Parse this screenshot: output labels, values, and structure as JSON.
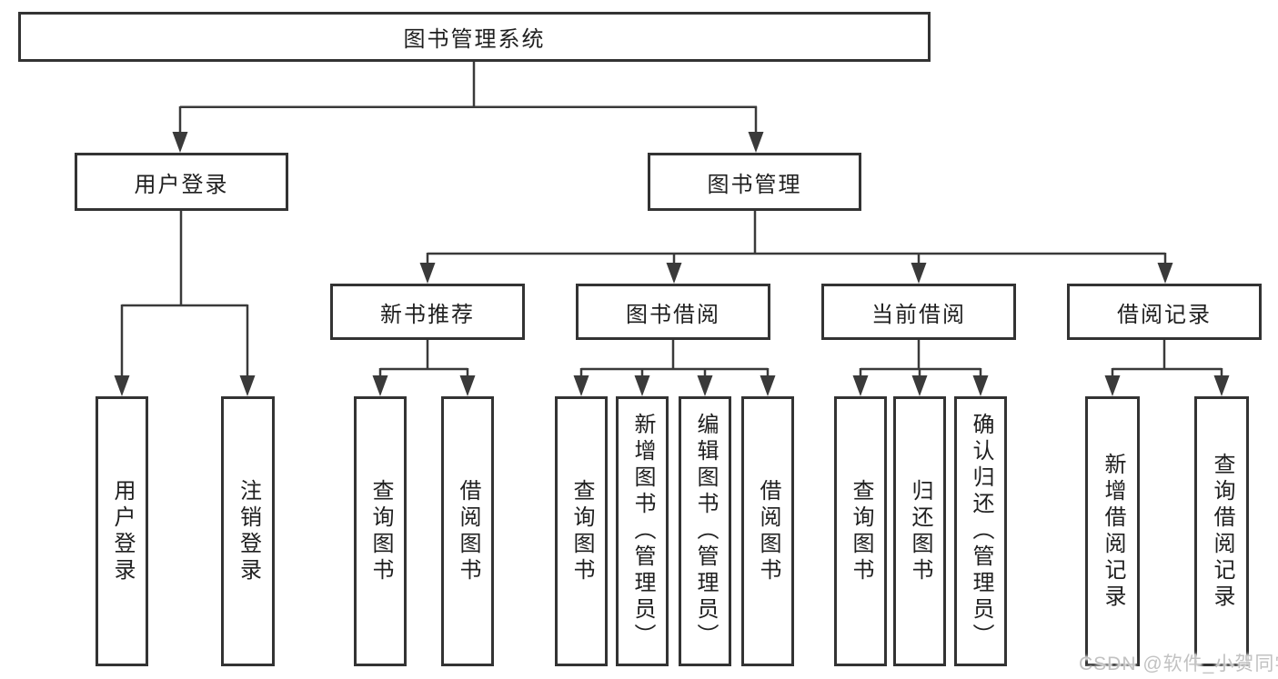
{
  "colors": {
    "line": "#3a3a3a",
    "box_border": "#333333",
    "text": "#1f1f1f",
    "background": "#ffffff",
    "watermark": "#c2c2c2"
  },
  "watermark": {
    "text": "CSDN @软件_小贺同学"
  },
  "tree": {
    "root": {
      "label": "图书管理系统"
    },
    "branches": [
      {
        "label": "用户登录",
        "children": [
          {
            "label": "用户登录"
          },
          {
            "label": "注销登录"
          }
        ]
      },
      {
        "label": "图书管理",
        "children": [
          {
            "label": "新书推荐",
            "children": [
              {
                "label": "查询图书"
              },
              {
                "label": "借阅图书"
              }
            ]
          },
          {
            "label": "图书借阅",
            "children": [
              {
                "label": "查询图书"
              },
              {
                "label": "新增图书（管理员）"
              },
              {
                "label": "编辑图书（管理员）"
              },
              {
                "label": "借阅图书"
              }
            ]
          },
          {
            "label": "当前借阅",
            "children": [
              {
                "label": "查询图书"
              },
              {
                "label": "归还图书"
              },
              {
                "label": "确认归还（管理员）"
              }
            ]
          },
          {
            "label": "借阅记录",
            "children": [
              {
                "label": "新增借阅记录"
              },
              {
                "label": "查询借阅记录"
              }
            ]
          }
        ]
      }
    ]
  }
}
